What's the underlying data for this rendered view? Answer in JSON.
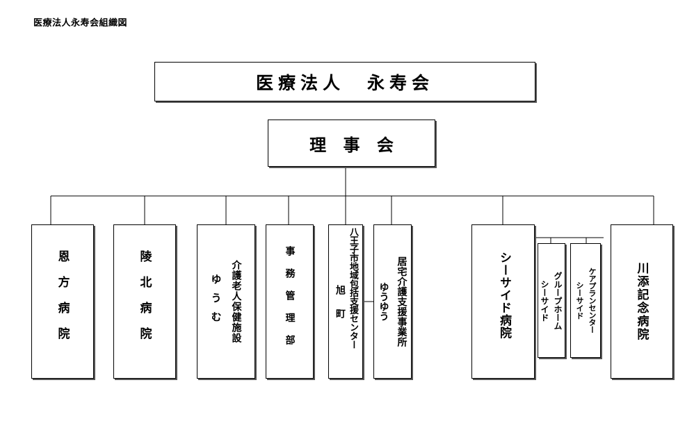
{
  "caption": "医療法人永寿会組織図",
  "root": {
    "label": "医療法人　永寿会"
  },
  "board": {
    "label": "理 事 会"
  },
  "units": {
    "onkata": "恩方病院",
    "ryohoku": "陵北病院",
    "yuumu": {
      "line1": "介護老人保健施設",
      "line2": "ゆうむ"
    },
    "jimu": "事務管理部",
    "asahi": {
      "line1": "八王子市地域包括支援センター",
      "line2": "旭町"
    },
    "kyotaku": {
      "line1": "居宅介護支援事業所",
      "line2": "ゆうゆう"
    },
    "seaside": "シーサイド病院",
    "gh": {
      "line1": "グループホーム",
      "line2": "シーサイド"
    },
    "cp": {
      "line1": "ケアプランセンター",
      "line2": "シーサイド"
    },
    "kawazoe": "川添記念病院"
  }
}
